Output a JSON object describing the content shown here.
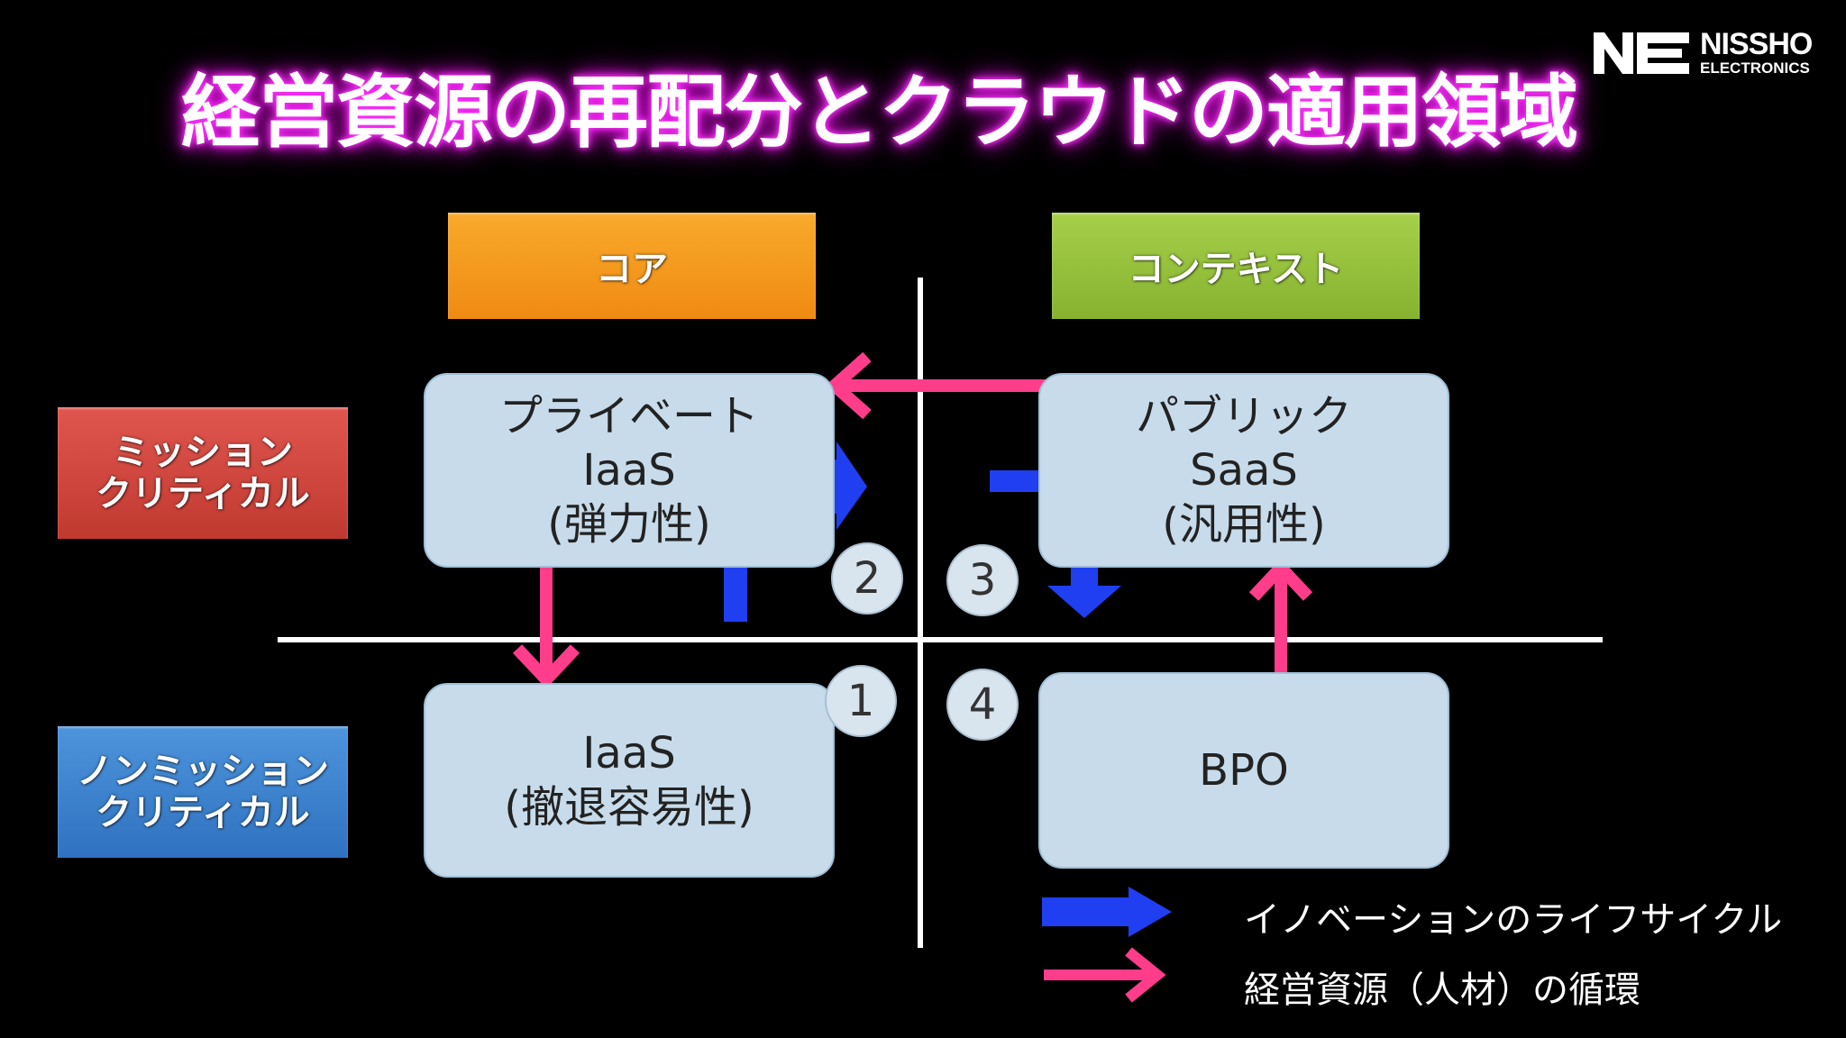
{
  "title": "経営資源の再配分とクラウドの適用領域",
  "logo": {
    "line1": "NISSHO",
    "line2": "ELECTRONICS"
  },
  "columns": {
    "core": "コア",
    "context": "コンテキスト"
  },
  "rows": {
    "mission_critical": [
      "ミッション",
      "クリティカル"
    ],
    "non_mission_critical": [
      "ノンミッション",
      "クリティカル"
    ]
  },
  "boxes": {
    "private": [
      "プライベート",
      "IaaS",
      "(弾力性)"
    ],
    "public": [
      "パブリック",
      "SaaS",
      "(汎用性)"
    ],
    "iaas": [
      "IaaS",
      "(撤退容易性)"
    ],
    "bpo": [
      "BPO"
    ]
  },
  "numbers": {
    "n1": "1",
    "n2": "2",
    "n3": "3",
    "n4": "4"
  },
  "legend": {
    "blue": "イノベーションのライフサイクル",
    "pink": "経営資源（人材）の循環"
  },
  "colors": {
    "blue_arrow": "#1f3ff0",
    "pink_arrow": "#ff3d8b",
    "core": "#f5a020",
    "context": "#96c03c",
    "mission": "#d14840",
    "nonmission": "#3d82d0"
  }
}
